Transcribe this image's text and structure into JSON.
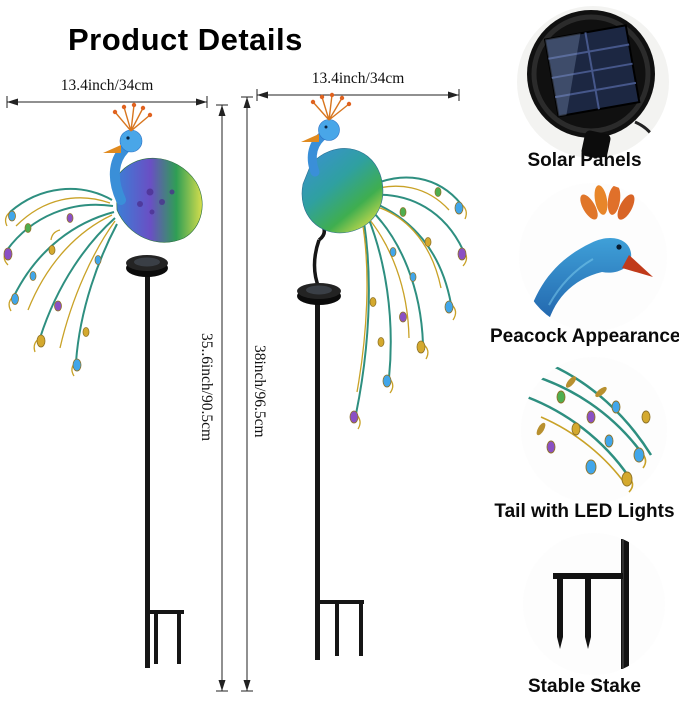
{
  "title": "Product Details",
  "figures": [
    {
      "name": "peacock-stake-small",
      "width_label": "13.4inch/34cm",
      "height_label": "35..6inch/90.5cm"
    },
    {
      "name": "peacock-stake-large",
      "width_label": "13.4inch/34cm",
      "height_label": "38inch/96.5cm"
    }
  ],
  "callouts": [
    {
      "label": "Solar Panels"
    },
    {
      "label": "Peacock Appearance"
    },
    {
      "label": "Tail with LED Lights"
    },
    {
      "label": "Stable Stake"
    }
  ],
  "colors": {
    "background": "#ffffff",
    "text": "#000000",
    "dimension_lines": "#222222",
    "peacock_blue": "#3b7fd6",
    "peacock_purple": "#6a4fc4",
    "peacock_green": "#2f9e55",
    "peacock_yellow": "#d6de4c",
    "tail_teal": "#2e8f80",
    "gem_gold": "#d4a92e",
    "gem_blue": "#41a6ea",
    "gem_purple": "#8a50c4",
    "crown_orange": "#e0762a",
    "stake_black": "#161616"
  }
}
